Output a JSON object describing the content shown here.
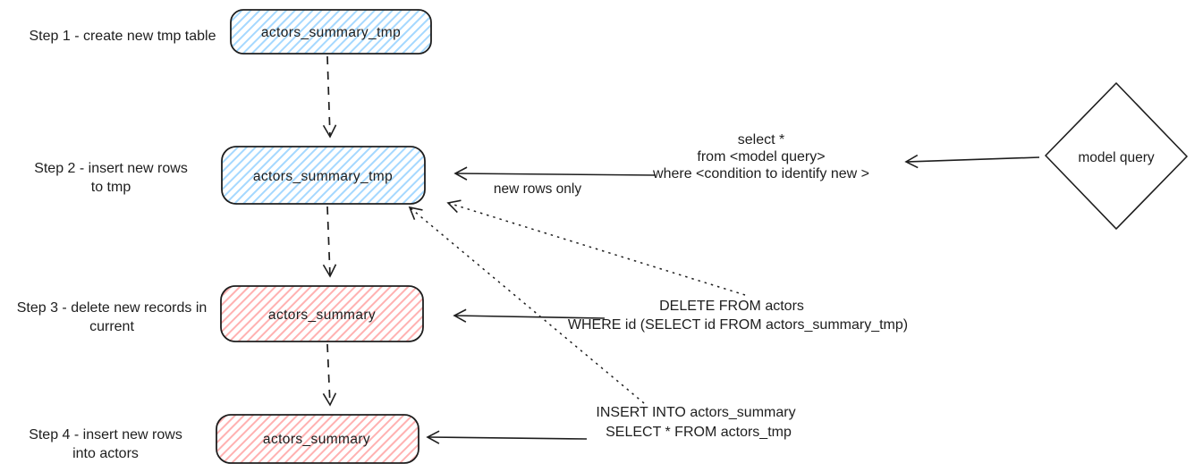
{
  "diagram": {
    "colors": {
      "blue_hatch": "#a5d8ff",
      "red_hatch": "#ffb1b1",
      "ink": "#1e1e1e"
    },
    "steps": [
      {
        "label": [
          "Step 1 - create new tmp table"
        ],
        "box": "actors_summary_tmp",
        "fill": "blue"
      },
      {
        "label": [
          "Step 2 - insert new rows",
          "to tmp"
        ],
        "box": "actors_summary_tmp",
        "fill": "blue"
      },
      {
        "label": [
          "Step 3 - delete new records in",
          "current"
        ],
        "box": "actors_summary",
        "fill": "red"
      },
      {
        "label": [
          "Step 4 - insert new rows",
          "into actors"
        ],
        "box": "actors_summary",
        "fill": "red"
      }
    ],
    "queries": {
      "select": [
        "select *",
        "from <model query>",
        "where <condition to identify new >"
      ],
      "delete": [
        "DELETE FROM actors",
        "WHERE id (SELECT id FROM actors_summary_tmp)"
      ],
      "insert": [
        "INSERT INTO actors_summary",
        "SELECT * FROM actors_tmp"
      ]
    },
    "labels": {
      "new_rows_only": "new rows only",
      "model_query": "model query"
    }
  }
}
